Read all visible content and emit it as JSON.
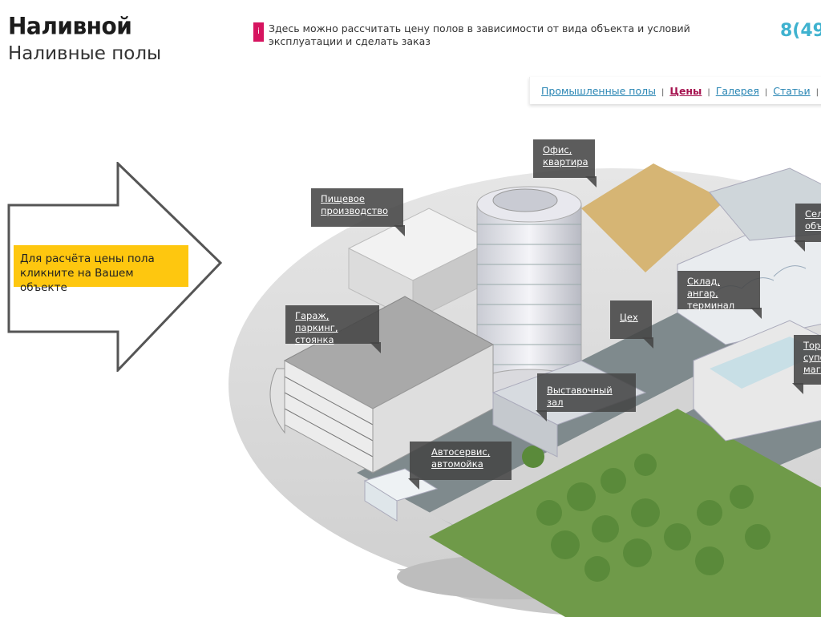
{
  "header": {
    "logo_text": "Наливной",
    "subtitle": "Наливные полы",
    "info_badge": "i",
    "info_text": "Здесь можно рассчитать цену полов в зависимости от вида объекта и условий эксплуатации и сделать заказ",
    "phone": "8(49"
  },
  "nav": {
    "items": [
      {
        "label": "Промышленные полы",
        "active": false
      },
      {
        "label": "Цены",
        "active": true
      },
      {
        "label": "Галерея",
        "active": false
      },
      {
        "label": "Статьи",
        "active": false
      }
    ],
    "separator": "|"
  },
  "cta": {
    "text": "Для расчёта цены пола кликните на Вашем объекте"
  },
  "tags": [
    {
      "id": "office",
      "label": "Офис, квартира"
    },
    {
      "id": "food",
      "label": "Пищевое производство"
    },
    {
      "id": "agri",
      "label": "Сел объ"
    },
    {
      "id": "garage",
      "label": "Гараж, паркинг, стоянка"
    },
    {
      "id": "warehouse",
      "label": "Склад, ангар, терминал"
    },
    {
      "id": "workshop",
      "label": "Цех"
    },
    {
      "id": "trade",
      "label": "Торг супе мага"
    },
    {
      "id": "expo",
      "label": "Выставочный зал"
    },
    {
      "id": "autoservice",
      "label": "Автосервис, автомойка"
    }
  ],
  "colors": {
    "accent": "#a5124f",
    "link": "#2a86b4",
    "phone": "#3fb2cf",
    "cta": "#fec70f",
    "badge": "#d6145f"
  }
}
